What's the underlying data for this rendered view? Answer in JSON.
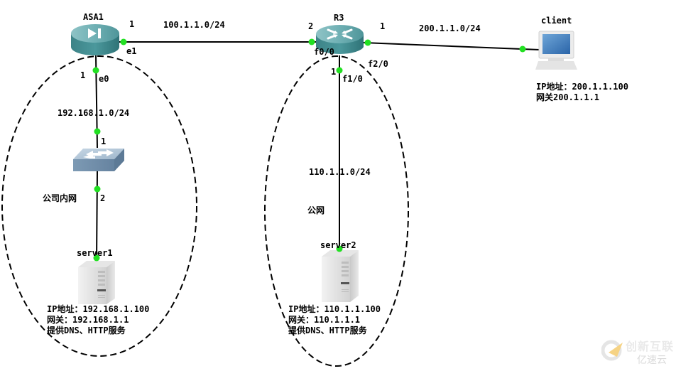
{
  "diagram": {
    "type": "network-topology",
    "nodes": {
      "asa1": {
        "name": "ASA1",
        "kind": "firewall"
      },
      "r3": {
        "name": "R3",
        "kind": "router"
      },
      "switch": {
        "name": "",
        "kind": "switch"
      },
      "server1": {
        "name": "server1",
        "kind": "server",
        "info": [
          "IP地址：192.168.1.100",
          "网关：192.168.1.1",
          "提供DNS、HTTP服务"
        ]
      },
      "server2": {
        "name": "server2",
        "kind": "server",
        "info": [
          "IP地址：110.1.1.100",
          "网关：110.1.1.1",
          "提供DNS、HTTP服务"
        ]
      },
      "client": {
        "name": "client",
        "kind": "pc",
        "info": [
          "IP地址：200.1.1.100",
          "网关200.1.1.1"
        ]
      }
    },
    "links": [
      {
        "from": "asa1",
        "from_port": "e1",
        "from_host": "1",
        "to": "r3",
        "to_port": "f0/0",
        "to_host": "2",
        "subnet": "100.1.1.0/24"
      },
      {
        "from": "r3",
        "from_port": "f2/0",
        "from_host": "1",
        "to": "client",
        "subnet": "200.1.1.0/24"
      },
      {
        "from": "asa1",
        "from_port": "e0",
        "from_host": "1",
        "to": "switch",
        "to_host": "1",
        "subnet": "192.168.1.0/24"
      },
      {
        "from": "switch",
        "from_host": "2",
        "to": "server1"
      },
      {
        "from": "r3",
        "from_port": "f1/0",
        "from_host": "1",
        "to": "server2",
        "subnet": "110.1.1.0/24"
      }
    ],
    "zones": [
      {
        "label": "公司内网",
        "members": [
          "switch",
          "server1"
        ]
      },
      {
        "label": "公网",
        "members": [
          "server2"
        ]
      }
    ],
    "port_labels": {
      "asa1_e1": "e1",
      "asa1_e0": "e0",
      "r3_f00": "f0/0",
      "r3_f20": "f2/0",
      "r3_f10": "f1/0"
    },
    "host_numbers": {
      "asa1_e1": "1",
      "asa1_e0": "1",
      "r3_f00": "2",
      "r3_f20": "1",
      "r3_f10": "1",
      "switch_up": "1",
      "switch_down": "2"
    },
    "subnets": {
      "outside": "100.1.1.0/24",
      "client": "200.1.1.0/24",
      "inside": "192.168.1.0/24",
      "public": "110.1.1.0/24"
    },
    "colors": {
      "link": "#000000",
      "port_dot": "#22e022",
      "device_teal": "#3f8f93",
      "switch_blue": "#7f9cb6",
      "zone_border": "#000000"
    }
  },
  "watermark": {
    "line1": "创新互联",
    "line2": "亿速云"
  }
}
